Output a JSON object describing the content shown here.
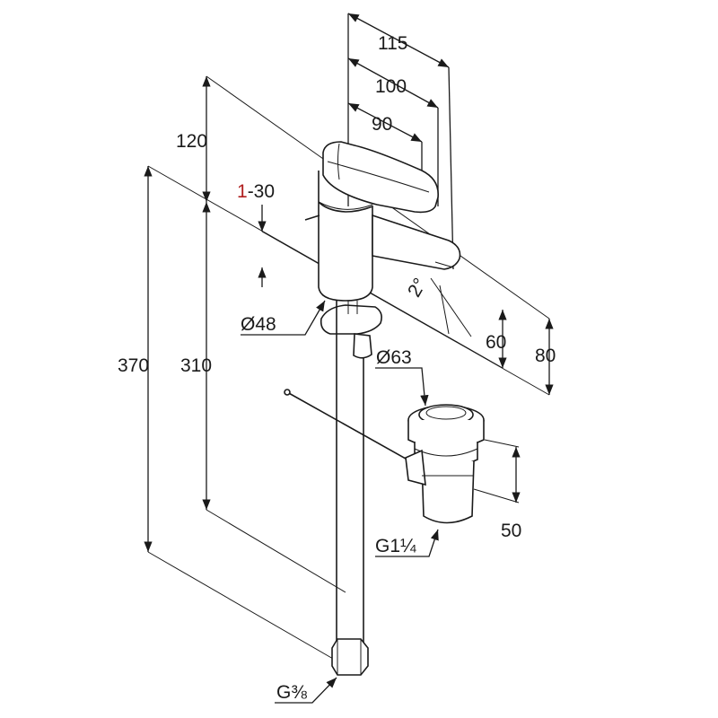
{
  "dimensions": {
    "d115": "115",
    "d100": "100",
    "d90": "90",
    "d120": "120",
    "d1_30": "-30",
    "d1_30_prefix": "1",
    "d370": "370",
    "d310": "310",
    "dia48": "Ø48",
    "dia63": "Ø63",
    "d60": "60",
    "d80": "80",
    "d50": "50",
    "angle": "2°",
    "thread_drain": "G1¼",
    "thread_supply": "G⅜"
  },
  "colors": {
    "line": "#1a1a1a",
    "accent": "#b02020",
    "background": "#ffffff"
  }
}
